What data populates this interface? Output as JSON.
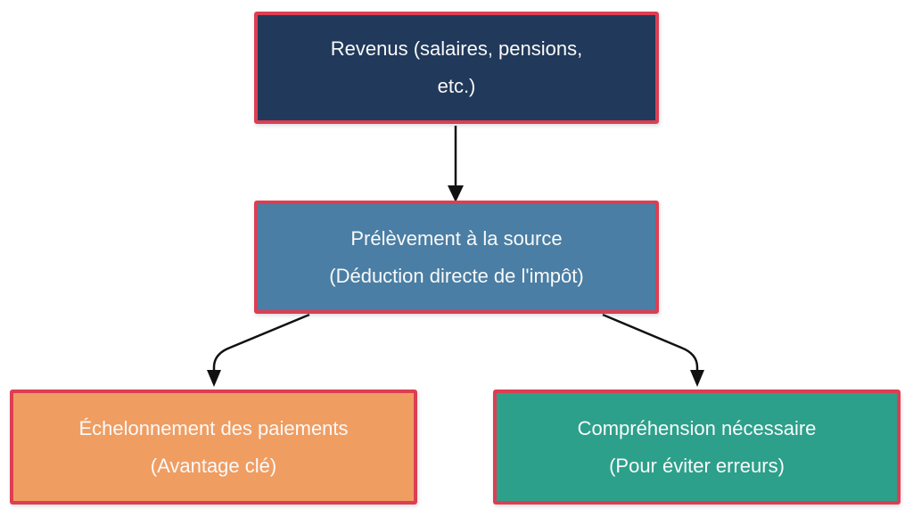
{
  "diagram": {
    "colors": {
      "background": "#ffffff",
      "border": "#dc3e52",
      "arrow": "#111111",
      "text": "#fafafa"
    },
    "nodes": {
      "revenus": {
        "line1": "Revenus (salaires, pensions,",
        "line2": "etc.)",
        "fill": "#21395a"
      },
      "prelevement": {
        "line1": "Prélèvement à la source",
        "line2": "(Déduction directe de l'impôt)",
        "fill": "#4a7ea4"
      },
      "echelonnement": {
        "line1": "Échelonnement des paiements",
        "line2": "(Avantage clé)",
        "fill": "#f09d62"
      },
      "comprehension": {
        "line1": "Compréhension nécessaire",
        "line2": "(Pour éviter erreurs)",
        "fill": "#2ca08b"
      }
    },
    "edges": [
      {
        "from": "revenus",
        "to": "prelevement"
      },
      {
        "from": "prelevement",
        "to": "echelonnement"
      },
      {
        "from": "prelevement",
        "to": "comprehension"
      }
    ]
  }
}
